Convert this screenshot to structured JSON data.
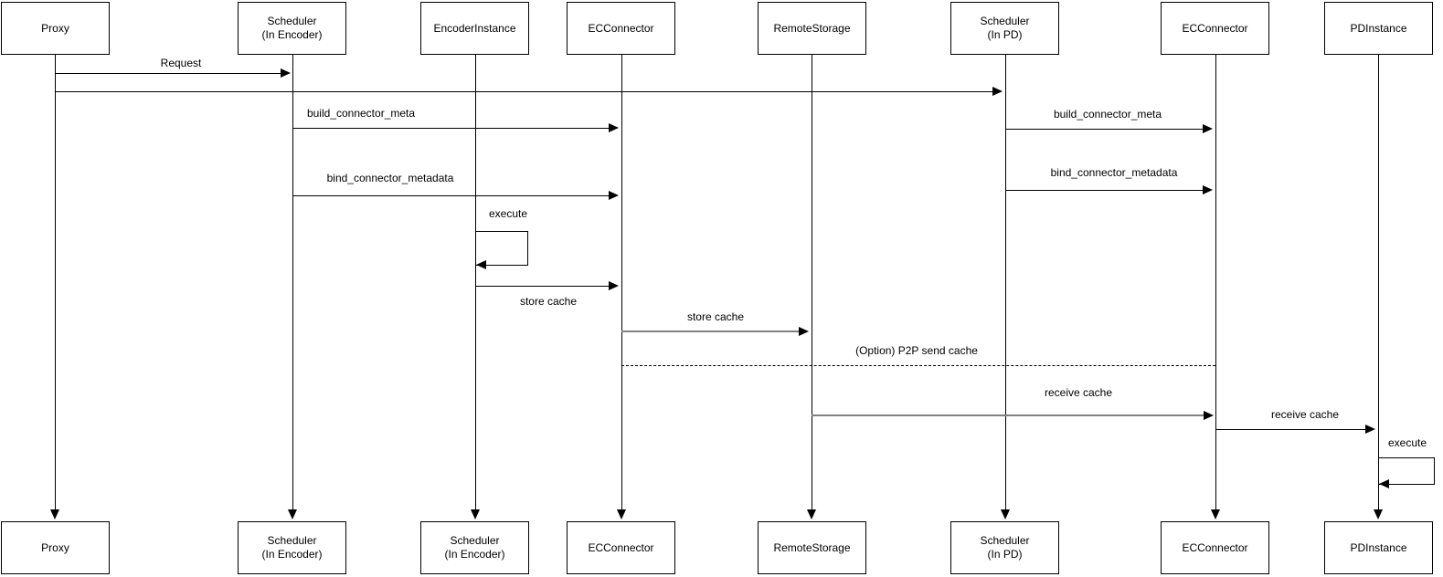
{
  "diagram_type": "uml-sequence-diagram",
  "colors": {
    "background": "#ffffff",
    "box_fill": "#ffffff",
    "stroke": "#000000",
    "gray_arrow": "#808080"
  },
  "actors": [
    {
      "top_label": "Proxy",
      "bottom_label": "Proxy"
    },
    {
      "top_label": "Scheduler\n(In Encoder)",
      "bottom_label": "Scheduler\n(In Encoder)"
    },
    {
      "top_label": "EncoderInstance",
      "bottom_label": "Scheduler\n(In Encoder)"
    },
    {
      "top_label": "ECConnector",
      "bottom_label": "ECConnector"
    },
    {
      "top_label": "RemoteStorage",
      "bottom_label": "RemoteStorage"
    },
    {
      "top_label": "Scheduler\n(In PD)",
      "bottom_label": "Scheduler\n(In PD)"
    },
    {
      "top_label": "ECConnector",
      "bottom_label": "ECConnector"
    },
    {
      "top_label": "PDInstance",
      "bottom_label": "PDInstance"
    }
  ],
  "messages": [
    {
      "label": "Request",
      "from": "Proxy",
      "to": "Scheduler (In Encoder)",
      "style": "solid"
    },
    {
      "label": "",
      "from": "Proxy",
      "to": "Scheduler (In PD)",
      "style": "solid"
    },
    {
      "label": "build_connector_meta",
      "from": "Scheduler (In Encoder)",
      "to": "ECConnector",
      "style": "solid"
    },
    {
      "label": "build_connector_meta",
      "from": "Scheduler (In PD)",
      "to": "ECConnector",
      "style": "solid"
    },
    {
      "label": "bind_connector_metadata",
      "from": "Scheduler (In Encoder)",
      "to": "ECConnector",
      "style": "solid"
    },
    {
      "label": "bind_connector_metadata",
      "from": "Scheduler (In PD)",
      "to": "ECConnector",
      "style": "solid"
    },
    {
      "label": "execute",
      "from": "EncoderInstance",
      "to": "EncoderInstance",
      "style": "self-loop"
    },
    {
      "label": "store cache",
      "from": "EncoderInstance",
      "to": "ECConnector",
      "style": "solid"
    },
    {
      "label": "store cache",
      "from": "ECConnector",
      "to": "RemoteStorage",
      "style": "solid-gray"
    },
    {
      "label": "(Option) P2P send cache",
      "from": "ECConnector",
      "to": "ECConnector (PD side)",
      "style": "dashed"
    },
    {
      "label": "receive cache",
      "from": "RemoteStorage",
      "to": "ECConnector (PD side)",
      "style": "solid-gray"
    },
    {
      "label": "receive cache",
      "from": "ECConnector (PD side)",
      "to": "PDInstance",
      "style": "solid"
    },
    {
      "label": "execute",
      "from": "PDInstance",
      "to": "PDInstance",
      "style": "self-loop"
    }
  ]
}
